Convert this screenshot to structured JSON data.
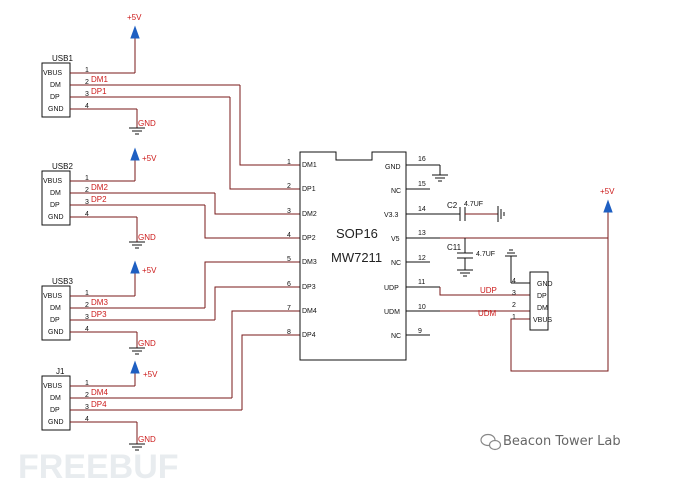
{
  "usb_connectors": [
    {
      "name": "USB1",
      "pins": [
        "VBUS",
        "DM",
        "DP",
        "GND"
      ],
      "nums": [
        "1",
        "2",
        "3",
        "4"
      ],
      "dm_net": "DM1",
      "dp_net": "DP1"
    },
    {
      "name": "USB2",
      "pins": [
        "VBUS",
        "DM",
        "DP",
        "GND"
      ],
      "nums": [
        "1",
        "2",
        "3",
        "4"
      ],
      "dm_net": "DM2",
      "dp_net": "DP2"
    },
    {
      "name": "USB3",
      "pins": [
        "VBUS",
        "DM",
        "DP",
        "GND"
      ],
      "nums": [
        "1",
        "2",
        "3",
        "4"
      ],
      "dm_net": "DM3",
      "dp_net": "DP3"
    },
    {
      "name": "J1",
      "pins": [
        "VBUS",
        "DM",
        "DP",
        "GND"
      ],
      "nums": [
        "1",
        "2",
        "3",
        "4"
      ],
      "dm_net": "DM4",
      "dp_net": "DP4"
    }
  ],
  "power": {
    "vcc": "+5V",
    "gnd": "GND"
  },
  "chip": {
    "package": "SOP16",
    "part": "MW7211",
    "left_pins": [
      {
        "num": "1",
        "name": "DM1"
      },
      {
        "num": "2",
        "name": "DP1"
      },
      {
        "num": "3",
        "name": "DM2"
      },
      {
        "num": "4",
        "name": "DP2"
      },
      {
        "num": "5",
        "name": "DM3"
      },
      {
        "num": "6",
        "name": "DP3"
      },
      {
        "num": "7",
        "name": "DM4"
      },
      {
        "num": "8",
        "name": "DP4"
      }
    ],
    "right_pins": [
      {
        "num": "16",
        "name": "GND"
      },
      {
        "num": "15",
        "name": "NC"
      },
      {
        "num": "14",
        "name": "V3.3"
      },
      {
        "num": "13",
        "name": "V5"
      },
      {
        "num": "12",
        "name": "NC"
      },
      {
        "num": "11",
        "name": "UDP"
      },
      {
        "num": "10",
        "name": "UDM"
      },
      {
        "num": "9",
        "name": "NC"
      }
    ]
  },
  "capacitors": [
    {
      "ref": "C2",
      "value": "4.7UF"
    },
    {
      "ref": "C11",
      "value": "4.7UF"
    }
  ],
  "upstream": {
    "pins": [
      "GND",
      "DP",
      "DM",
      "VBUS"
    ],
    "nums": [
      "4",
      "3",
      "2",
      "1"
    ],
    "nets": [
      "UDP",
      "UDM"
    ]
  },
  "watermark": {
    "wechat": "Beacon Tower Lab",
    "site": "FREEBUF"
  }
}
